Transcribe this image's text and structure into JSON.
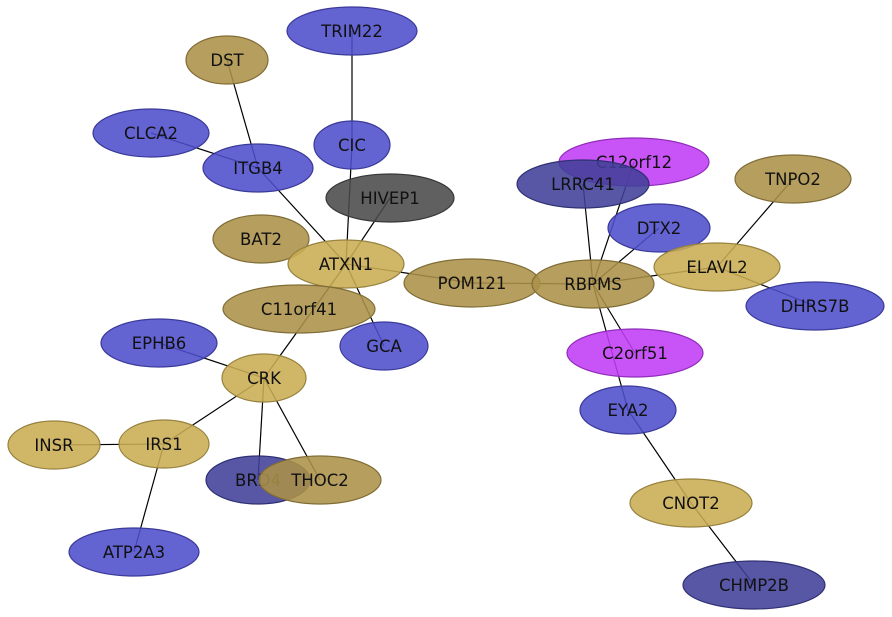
{
  "palette": {
    "gold": "#c9ad53",
    "gold_dark": "#ab9148",
    "blue": "#4d4dcc",
    "blue_dark": "#404099",
    "magenta": "#c03cf6",
    "gray": "#4a4a4a"
  },
  "nodes": [
    {
      "id": "DST",
      "label": "DST",
      "color": "gold_dark"
    },
    {
      "id": "TRIM22",
      "label": "TRIM22",
      "color": "blue"
    },
    {
      "id": "CLCA2",
      "label": "CLCA2",
      "color": "blue"
    },
    {
      "id": "ITGB4",
      "label": "ITGB4",
      "color": "blue"
    },
    {
      "id": "CIC",
      "label": "CIC",
      "color": "blue"
    },
    {
      "id": "HIVEP1",
      "label": "HIVEP1",
      "color": "gray"
    },
    {
      "id": "BAT2",
      "label": "BAT2",
      "color": "gold_dark"
    },
    {
      "id": "ATXN1",
      "label": "ATXN1",
      "color": "gold"
    },
    {
      "id": "C11orf41",
      "label": "C11orf41",
      "color": "gold_dark"
    },
    {
      "id": "POM121",
      "label": "POM121",
      "color": "gold_dark"
    },
    {
      "id": "GCA",
      "label": "GCA",
      "color": "blue"
    },
    {
      "id": "EPHB6",
      "label": "EPHB6",
      "color": "blue"
    },
    {
      "id": "CRK",
      "label": "CRK",
      "color": "gold"
    },
    {
      "id": "INSR",
      "label": "INSR",
      "color": "gold"
    },
    {
      "id": "IRS1",
      "label": "IRS1",
      "color": "gold"
    },
    {
      "id": "BRD4",
      "label": "BRD4",
      "color": "blue_dark"
    },
    {
      "id": "THOC2",
      "label": "THOC2",
      "color": "gold_dark"
    },
    {
      "id": "ATP2A3",
      "label": "ATP2A3",
      "color": "blue"
    },
    {
      "id": "C12orf12",
      "label": "C12orf12",
      "color": "magenta"
    },
    {
      "id": "LRRC41",
      "label": "LRRC41",
      "color": "blue_dark"
    },
    {
      "id": "TNPO2",
      "label": "TNPO2",
      "color": "gold_dark"
    },
    {
      "id": "DTX2",
      "label": "DTX2",
      "color": "blue"
    },
    {
      "id": "RBPMS",
      "label": "RBPMS",
      "color": "gold_dark"
    },
    {
      "id": "ELAVL2",
      "label": "ELAVL2",
      "color": "gold"
    },
    {
      "id": "DHRS7B",
      "label": "DHRS7B",
      "color": "blue"
    },
    {
      "id": "C2orf51",
      "label": "C2orf51",
      "color": "magenta"
    },
    {
      "id": "EYA2",
      "label": "EYA2",
      "color": "blue"
    },
    {
      "id": "CNOT2",
      "label": "CNOT2",
      "color": "gold"
    },
    {
      "id": "CHMP2B",
      "label": "CHMP2B",
      "color": "blue_dark"
    }
  ],
  "edges": [
    [
      "DST",
      "ITGB4"
    ],
    [
      "CLCA2",
      "ITGB4"
    ],
    [
      "ITGB4",
      "ATXN1"
    ],
    [
      "TRIM22",
      "CIC"
    ],
    [
      "CIC",
      "ATXN1"
    ],
    [
      "HIVEP1",
      "ATXN1"
    ],
    [
      "ATXN1",
      "POM121"
    ],
    [
      "ATXN1",
      "GCA"
    ],
    [
      "ATXN1",
      "CRK"
    ],
    [
      "POM121",
      "RBPMS"
    ],
    [
      "EPHB6",
      "CRK"
    ],
    [
      "CRK",
      "IRS1"
    ],
    [
      "CRK",
      "BRD4"
    ],
    [
      "CRK",
      "THOC2"
    ],
    [
      "INSR",
      "IRS1"
    ],
    [
      "IRS1",
      "ATP2A3"
    ],
    [
      "RBPMS",
      "LRRC41"
    ],
    [
      "RBPMS",
      "C12orf12"
    ],
    [
      "RBPMS",
      "DTX2"
    ],
    [
      "RBPMS",
      "ELAVL2"
    ],
    [
      "RBPMS",
      "C2orf51"
    ],
    [
      "RBPMS",
      "EYA2"
    ],
    [
      "ELAVL2",
      "TNPO2"
    ],
    [
      "ELAVL2",
      "DHRS7B"
    ],
    [
      "EYA2",
      "CNOT2"
    ],
    [
      "CNOT2",
      "CHMP2B"
    ]
  ]
}
